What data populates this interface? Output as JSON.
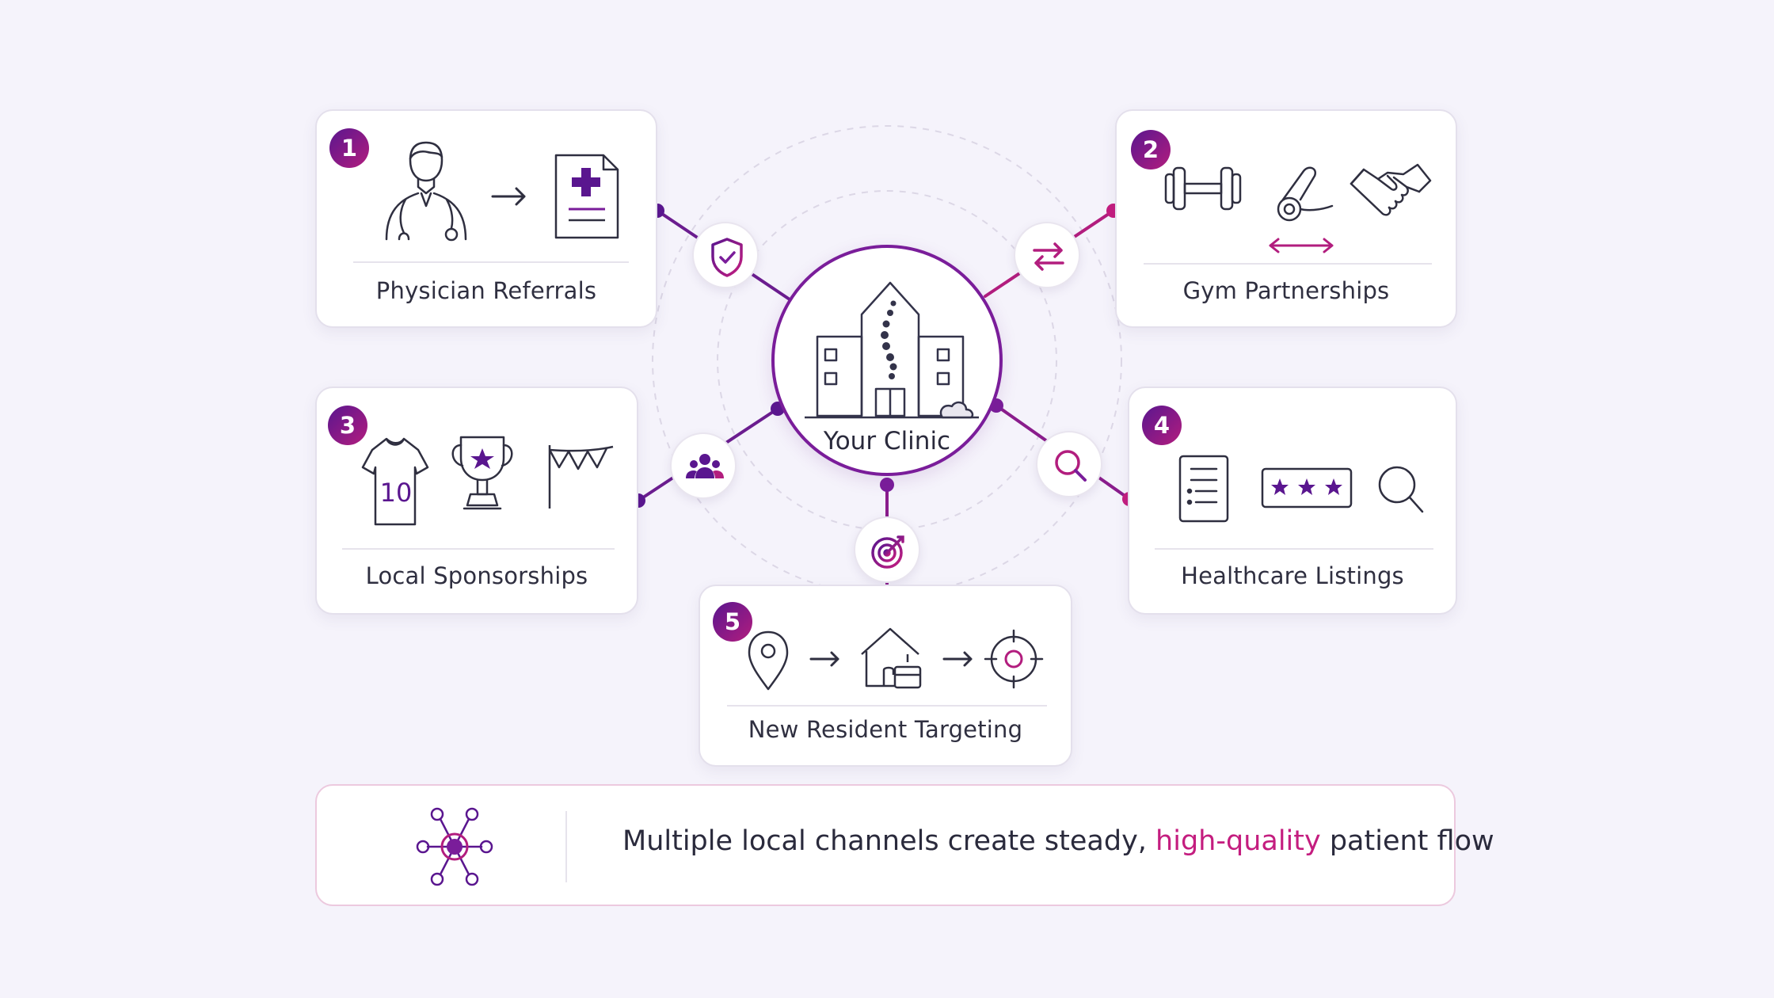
{
  "hub": {
    "label": "Your Clinic"
  },
  "channels": [
    {
      "number": "1",
      "label": "Physician Referrals",
      "connector_icon": "shield-check-icon",
      "icons": [
        "doctor-icon",
        "arrow-right-icon",
        "medical-document-icon"
      ]
    },
    {
      "number": "2",
      "label": "Gym Partnerships",
      "connector_icon": "exchange-arrows-icon",
      "icons": [
        "dumbbell-icon",
        "yoga-mat-icon",
        "handshake-icon",
        "double-arrow-icon"
      ]
    },
    {
      "number": "3",
      "label": "Local Sponsorships",
      "connector_icon": "people-group-icon",
      "icons": [
        "jersey-icon",
        "trophy-icon",
        "bunting-flag-icon"
      ],
      "jersey_number": "10"
    },
    {
      "number": "4",
      "label": "Healthcare Listings",
      "connector_icon": "search-icon",
      "icons": [
        "listing-document-icon",
        "star-rating-icon",
        "magnifier-icon"
      ]
    },
    {
      "number": "5",
      "label": "New Resident Targeting",
      "connector_icon": "target-arrow-icon",
      "icons": [
        "location-pin-icon",
        "arrow-right-icon",
        "new-home-icon",
        "arrow-right-icon",
        "crosshair-icon"
      ]
    }
  ],
  "footer": {
    "icon": "network-hub-icon",
    "message_before": "Multiple local channels create steady, ",
    "message_highlight": "high-quality",
    "message_after": " patient flow"
  },
  "colors": {
    "primary": "#7a1d9a",
    "accent": "#c41d7f",
    "dark_purple": "#5a168f",
    "background": "#f5f3fb",
    "text": "#2c2c3e"
  }
}
